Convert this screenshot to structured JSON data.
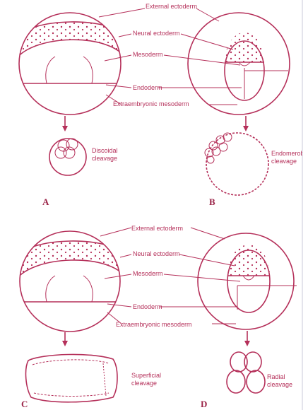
{
  "labels": {
    "external_ectoderm": "External ectoderm",
    "neural_ectoderm": "Neural ectoderm",
    "mesoderm": "Mesoderm",
    "endoderm": "Endoderm",
    "extraembryonic_mesoderm": "Extraembryonic mesoderm"
  },
  "cleavage": {
    "a": "Discoidal cleavage",
    "b": "Endomeroblastic cleavage",
    "c": "Superficial cleavage",
    "d": "Radial cleavage"
  },
  "panels": [
    "A",
    "B",
    "C",
    "D"
  ],
  "colors": {
    "ink": "#b5305a",
    "letter": "#9b2448"
  }
}
